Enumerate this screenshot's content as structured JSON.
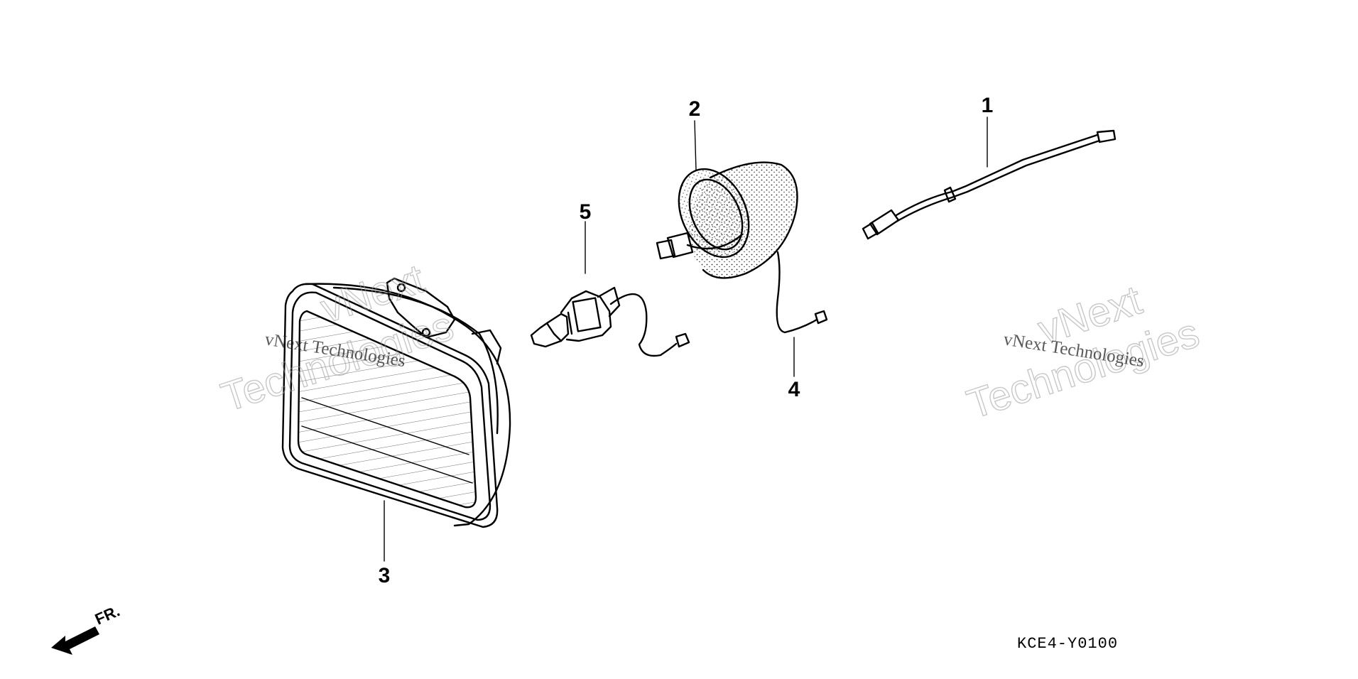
{
  "diagram": {
    "callouts": [
      {
        "id": "1",
        "label": "1"
      },
      {
        "id": "2",
        "label": "2"
      },
      {
        "id": "3",
        "label": "3"
      },
      {
        "id": "4",
        "label": "4"
      },
      {
        "id": "5",
        "label": "5"
      }
    ],
    "direction_label": "FR.",
    "diagram_code": "KCE4-Y0100",
    "watermark": {
      "line_1": "vNext",
      "line_2": "Technologies",
      "small": "vNext Technologies"
    }
  }
}
